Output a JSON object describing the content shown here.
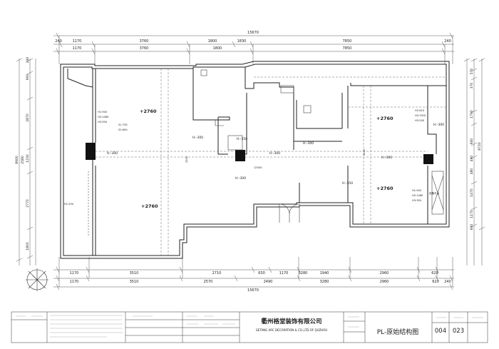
{
  "overall_dims": {
    "top": "15670",
    "bottom": "15670"
  },
  "top_dims_row1": [
    "240",
    "1170",
    "3760",
    "1800",
    "1830",
    "7850",
    "240"
  ],
  "top_dims_row2": [
    "1170",
    "3760",
    "1800",
    "7850"
  ],
  "bottom_dims_row1": [
    "1170",
    "3510",
    "2710",
    "630",
    "1170",
    "3280",
    "1940",
    "2960",
    "620"
  ],
  "bottom_dims_row2": [
    "1170",
    "3510",
    "2570",
    "2490",
    "3280",
    "2960",
    "620",
    "240"
  ],
  "left_dims": [
    "240",
    "900",
    "2870",
    "1230",
    "2770",
    "1800"
  ],
  "left_total": "8900",
  "left_sub": "2580",
  "right_dims": [
    "570",
    "370",
    "1790",
    "600",
    "490",
    "480",
    "1470",
    "1170",
    "600"
  ],
  "right_total": "8720",
  "room_elevations": [
    "+2760",
    "+2760",
    "+2760",
    "+2760"
  ],
  "height_labels": [
    "H:-300",
    "H:-350",
    "H:-300",
    "H:-300",
    "H:-300",
    "H:-300",
    "H:-350",
    "H:-300",
    "H:-300"
  ],
  "window_notes": {
    "a": [
      "H1:940",
      "H2:1480",
      "H3:350"
    ],
    "b": [
      "H1:610",
      "H2:1910",
      "H3:240"
    ],
    "c": [
      "H1:940",
      "H2:1480",
      "H3:350"
    ],
    "d": "H1:250",
    "e": [
      "S1:730",
      "S2:600"
    ]
  },
  "inner_dims": {
    "w2900": "2900",
    "w12920": "12920",
    "w5120": "5120"
  },
  "balcony_label": "设备平台",
  "title_block": {
    "company_cn": "衢州格堂装饰有限公司",
    "company_en": "GETANG ARC DECORATION &    CO.,LTD OF QUZHOU",
    "drawing_title": "PL-原始结构图",
    "sheet_no": "004",
    "total_no": "023"
  }
}
